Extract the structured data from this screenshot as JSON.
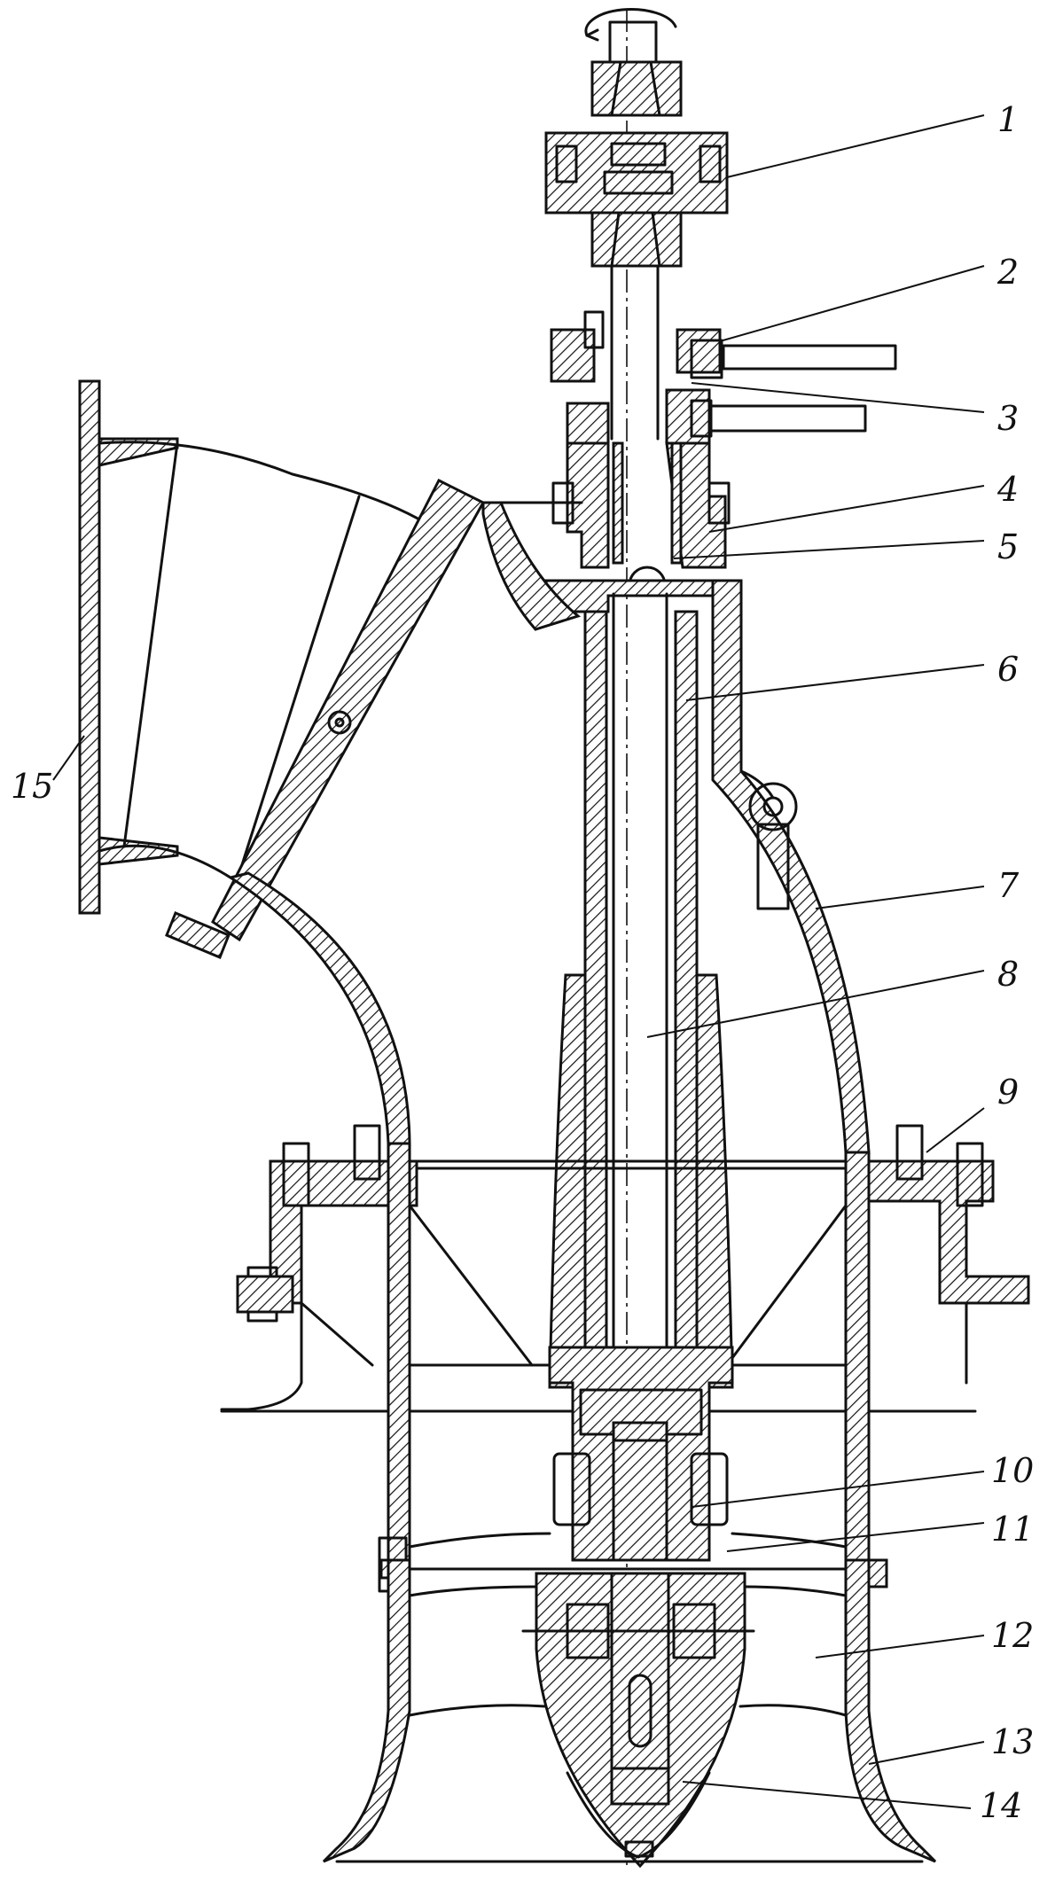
{
  "labels": [
    {
      "id": "1",
      "text": "1",
      "part": "coupling"
    },
    {
      "id": "2",
      "text": "2",
      "part": "packing-gland"
    },
    {
      "id": "3",
      "text": "3",
      "part": "packing"
    },
    {
      "id": "4",
      "text": "4",
      "part": "upper-guide-bearing"
    },
    {
      "id": "5",
      "text": "5",
      "part": "shaft-sleeve"
    },
    {
      "id": "6",
      "text": "6",
      "part": "shaft-protection-tube"
    },
    {
      "id": "7",
      "text": "7",
      "part": "outlet-elbow"
    },
    {
      "id": "8",
      "text": "8",
      "part": "pump-shaft"
    },
    {
      "id": "9",
      "text": "9",
      "part": "guide-vane-body-flange"
    },
    {
      "id": "10",
      "text": "10",
      "part": "lower-guide-bearing"
    },
    {
      "id": "11",
      "text": "11",
      "part": "guide-vanes"
    },
    {
      "id": "12",
      "text": "12",
      "part": "impeller"
    },
    {
      "id": "13",
      "text": "13",
      "part": "inlet-bell"
    },
    {
      "id": "14",
      "text": "14",
      "part": "impeller-hub-cap"
    },
    {
      "id": "15",
      "text": "15",
      "part": "outlet-flange"
    }
  ]
}
